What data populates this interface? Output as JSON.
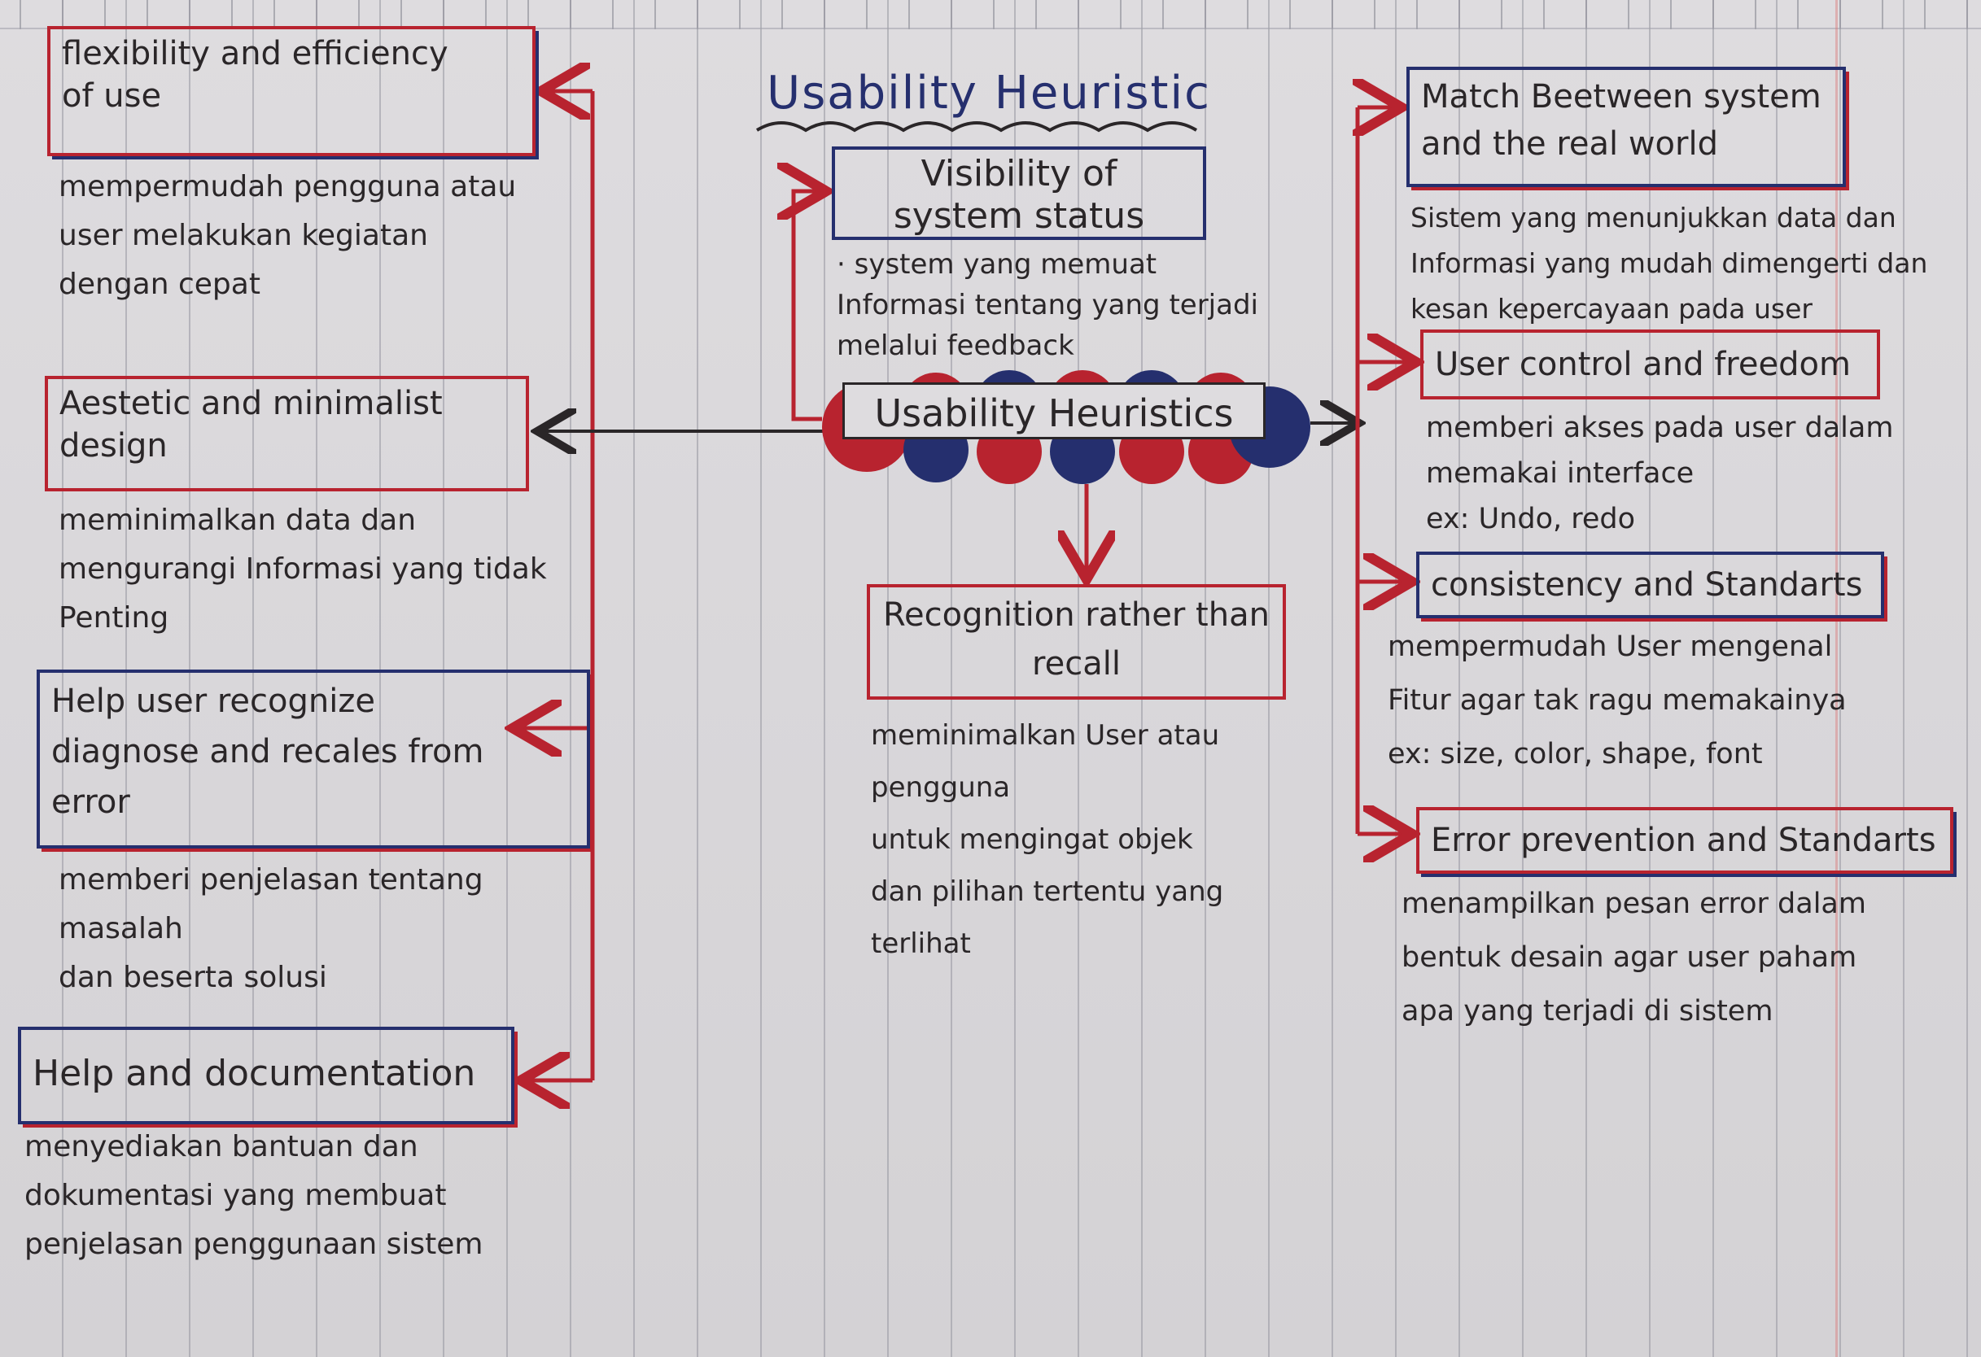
{
  "title": "Usability Heuristic",
  "center": {
    "label": "Usability Heuristics",
    "colors": {
      "red": "#b8232f",
      "blue": "#252f6e"
    }
  },
  "left": [
    {
      "title": "flexibility and efficiency\nof use",
      "desc": "mempermudah pengguna atau\nuser melakukan kegiatan\ndengan cepat"
    },
    {
      "title": "Aestetic and minimalist\ndesign",
      "desc": "meminimalkan data dan\nmengurangi Informasi yang tidak\nPenting"
    },
    {
      "title": "Help user recognize\ndiagnose and recales from\nerror",
      "desc": "memberi penjelasan tentang masalah\ndan beserta solusi"
    },
    {
      "title": "Help and documentation",
      "desc": "menyediakan bantuan dan\ndokumentasi yang membuat\npenjelasan penggunaan sistem"
    }
  ],
  "middle": [
    {
      "title": "Visibility of\nsystem status",
      "desc": "· system yang memuat\nInformasi tentang yang terjadi\nmelalui feedback"
    },
    {
      "title": "Recognition rather than\nrecall",
      "desc": "meminimalkan User atau pengguna\nuntuk mengingat objek\ndan pilihan tertentu yang\nterlihat"
    }
  ],
  "right": [
    {
      "title": "Match Beetween system\nand the real world",
      "desc": "Sistem yang menunjukkan data dan\nInformasi yang mudah dimengerti dan\nkesan kepercayaan pada user"
    },
    {
      "title": "User control and freedom",
      "desc": "memberi akses pada user dalam\nmemakai interface\nex: Undo, redo"
    },
    {
      "title": "consistency and Standarts",
      "desc": "mempermudah User mengenal\nFitur agar tak ragu memakainya\nex: size, color, shape, font"
    },
    {
      "title": "Error prevention and Standarts",
      "desc": "menampilkan pesan error dalam\nbentuk desain agar user paham\napa yang terjadi di sistem"
    }
  ]
}
